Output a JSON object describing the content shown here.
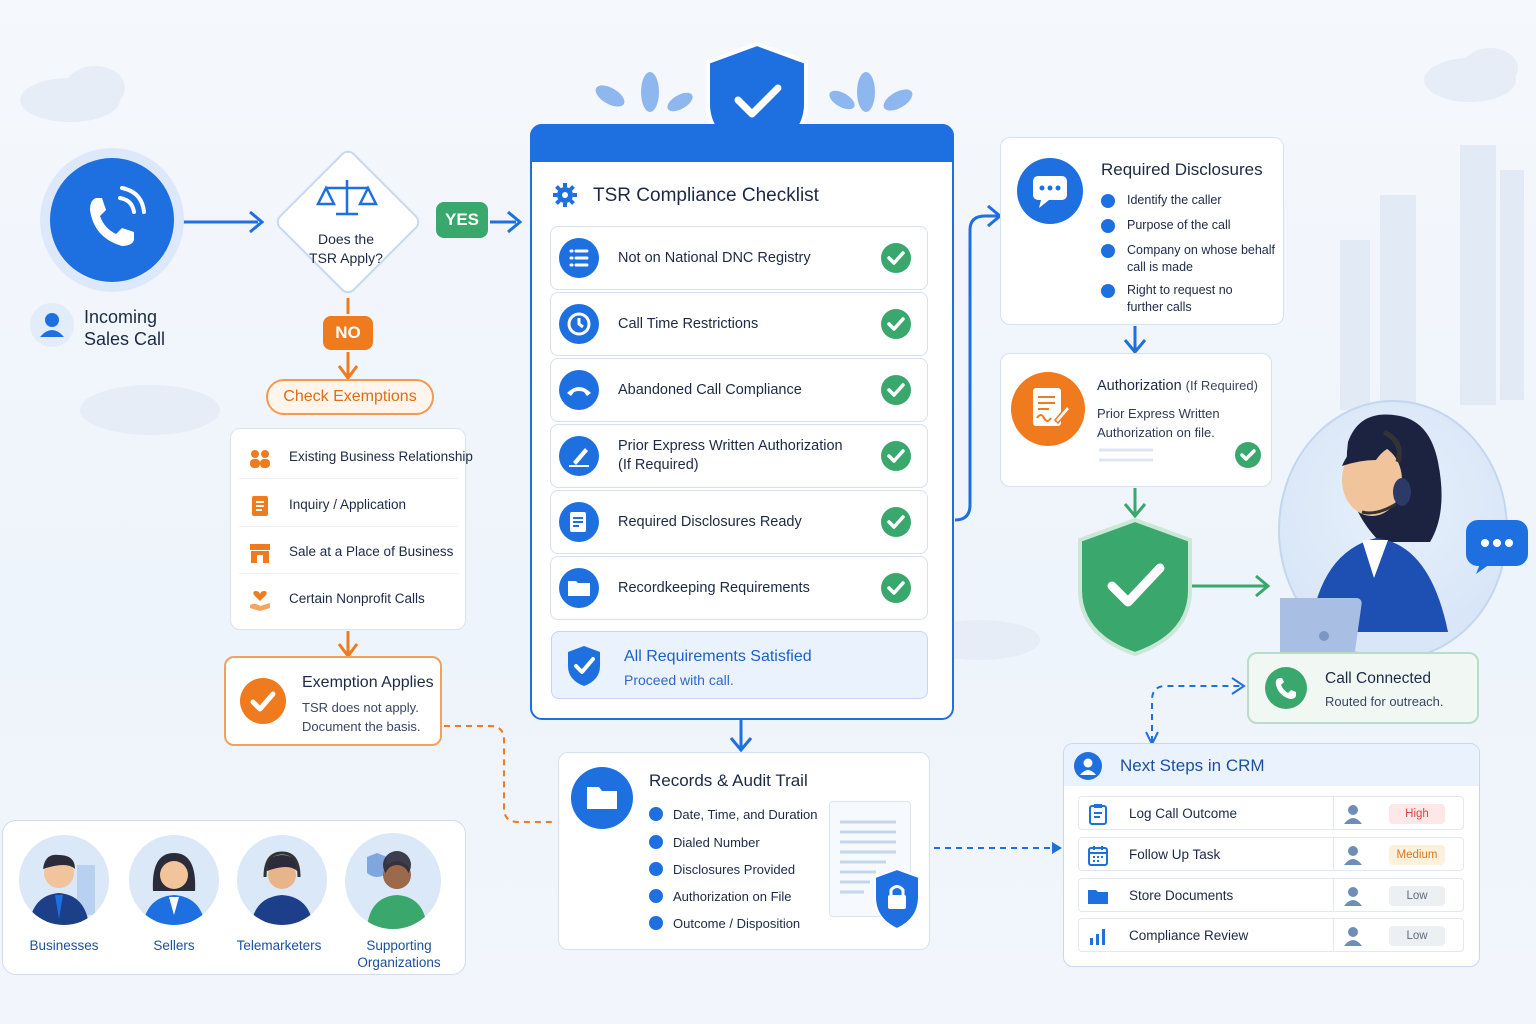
{
  "incoming_call": {
    "label_line1": "Incoming",
    "label_line2": "Sales Call"
  },
  "decision": {
    "line1": "Does the",
    "line2": "TSR Apply?",
    "yes": "YES",
    "no": "NO"
  },
  "exemptions": {
    "header": "Check Exemptions",
    "items": [
      {
        "label": "Existing Business Relationship",
        "icon": "people-icon"
      },
      {
        "label": "Inquiry / Application",
        "icon": "document-icon"
      },
      {
        "label": "Sale at a Place of Business",
        "icon": "store-icon"
      },
      {
        "label": "Certain Nonprofit Calls",
        "icon": "heart-hand-icon"
      }
    ],
    "applies_title": "Exemption Applies",
    "applies_line1": "TSR does not apply.",
    "applies_line2": "Document the basis."
  },
  "audiences": {
    "items": [
      {
        "label_line1": "Businesses",
        "label_line2": ""
      },
      {
        "label_line1": "Sellers",
        "label_line2": ""
      },
      {
        "label_line1": "Telemarketers",
        "label_line2": ""
      },
      {
        "label_line1": "Supporting",
        "label_line2": "Organizations"
      }
    ]
  },
  "checklist": {
    "title": "TSR Compliance Checklist",
    "items": [
      {
        "line1": "Not on National DNC Registry",
        "line2": "",
        "icon": "list-icon"
      },
      {
        "line1": "Call Time Restrictions",
        "line2": "",
        "icon": "clock-icon"
      },
      {
        "line1": "Abandoned Call Compliance",
        "line2": "",
        "icon": "hangup-icon"
      },
      {
        "line1": "Prior Express Written Authorization",
        "line2": "(If Required)",
        "icon": "signature-icon"
      },
      {
        "line1": "Required Disclosures Ready",
        "line2": "",
        "icon": "disclosure-icon"
      },
      {
        "line1": "Recordkeeping Requirements",
        "line2": "",
        "icon": "folder-icon"
      }
    ],
    "satisfied_title": "All Requirements Satisfied",
    "satisfied_sub": "Proceed with call."
  },
  "records": {
    "title": "Records & Audit Trail",
    "items": [
      "Date, Time, and Duration",
      "Dialed Number",
      "Disclosures Provided",
      "Authorization on File",
      "Outcome / Disposition"
    ]
  },
  "disclosures": {
    "title": "Required Disclosures",
    "items": [
      {
        "line1": "Identify the caller",
        "line2": ""
      },
      {
        "line1": "Purpose of the call",
        "line2": ""
      },
      {
        "line1": "Company on whose behalf",
        "line2": "call is made"
      },
      {
        "line1": "Right to request no",
        "line2": "further calls"
      }
    ]
  },
  "authorization": {
    "title": "Authorization",
    "title_suffix": "(If Required)",
    "line1": "Prior Express Written",
    "line2": "Authorization on file."
  },
  "connected": {
    "title": "Call Connected",
    "sub": "Routed for outreach."
  },
  "crm": {
    "title": "Next Steps in CRM",
    "rows": [
      {
        "label": "Log Call Outcome",
        "priority": "High",
        "icon": "clipboard-icon"
      },
      {
        "label": "Follow Up Task",
        "priority": "Medium",
        "icon": "calendar-icon"
      },
      {
        "label": "Store Documents",
        "priority": "Low",
        "icon": "folder-icon"
      },
      {
        "label": "Compliance Review",
        "priority": "Low",
        "icon": "bar-chart-icon"
      }
    ]
  },
  "colors": {
    "primary_blue": "#1e6fe0",
    "success_green": "#3aa76d",
    "warning_orange": "#f07a1e",
    "high_badge_bg": "#fde7e7",
    "medium_badge_bg": "#fdf0dc",
    "low_badge_bg": "#edf0f3"
  }
}
